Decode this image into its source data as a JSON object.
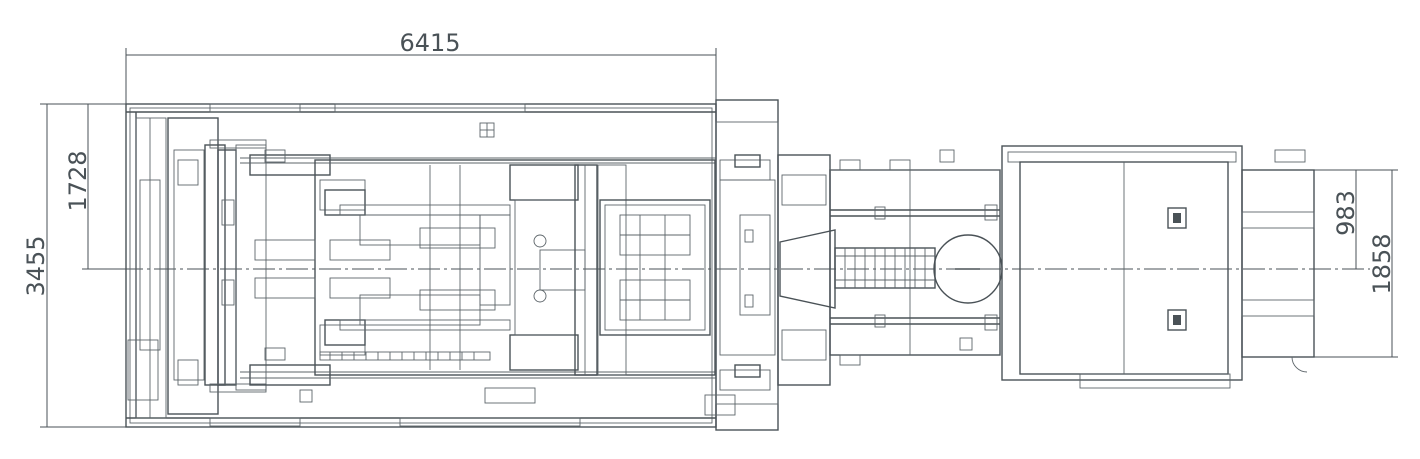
{
  "dimensions": {
    "overall_length": "6415",
    "overall_width": "3455",
    "half_width": "1728",
    "carriage_width": "1858",
    "carriage_half_width": "983"
  },
  "colors": {
    "line": "#4a5257",
    "background": "#ffffff"
  }
}
